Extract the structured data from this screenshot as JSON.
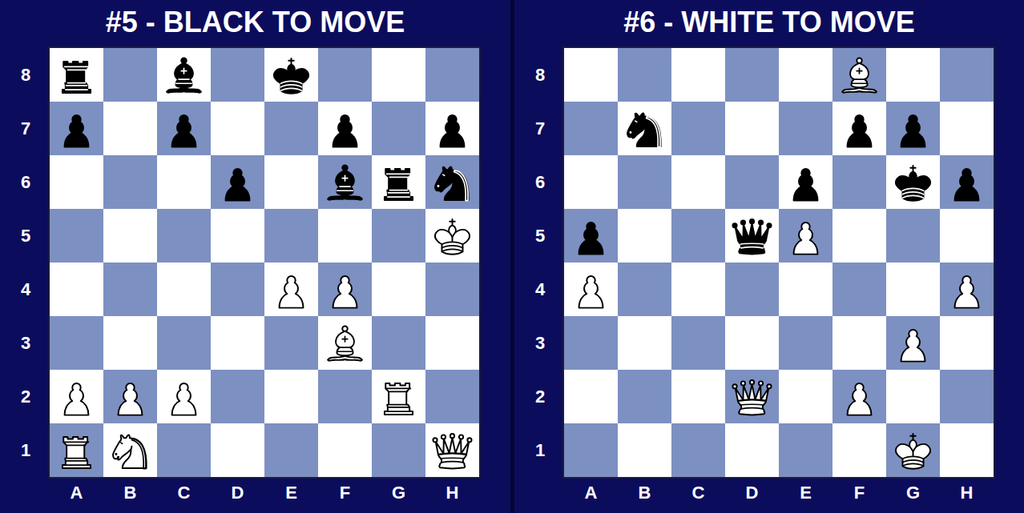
{
  "diagram": {
    "nodes": [
      {
        "text": [
          "#5 - BLACK TO MOVE"
        ]
      },
      {
        "text": [
          "#6 - WHITE TO MOVE"
        ]
      }
    ],
    "labels": [
      "8",
      "7",
      "6",
      "5",
      "4",
      "3",
      "2",
      "1",
      "A",
      "B",
      "C",
      "D",
      "E",
      "F",
      "G",
      "H",
      "8",
      "7",
      "6",
      "5",
      "4",
      "3",
      "2",
      "1",
      "A",
      "B",
      "C",
      "D",
      "E",
      "F",
      "G",
      "H"
    ]
  }
}
